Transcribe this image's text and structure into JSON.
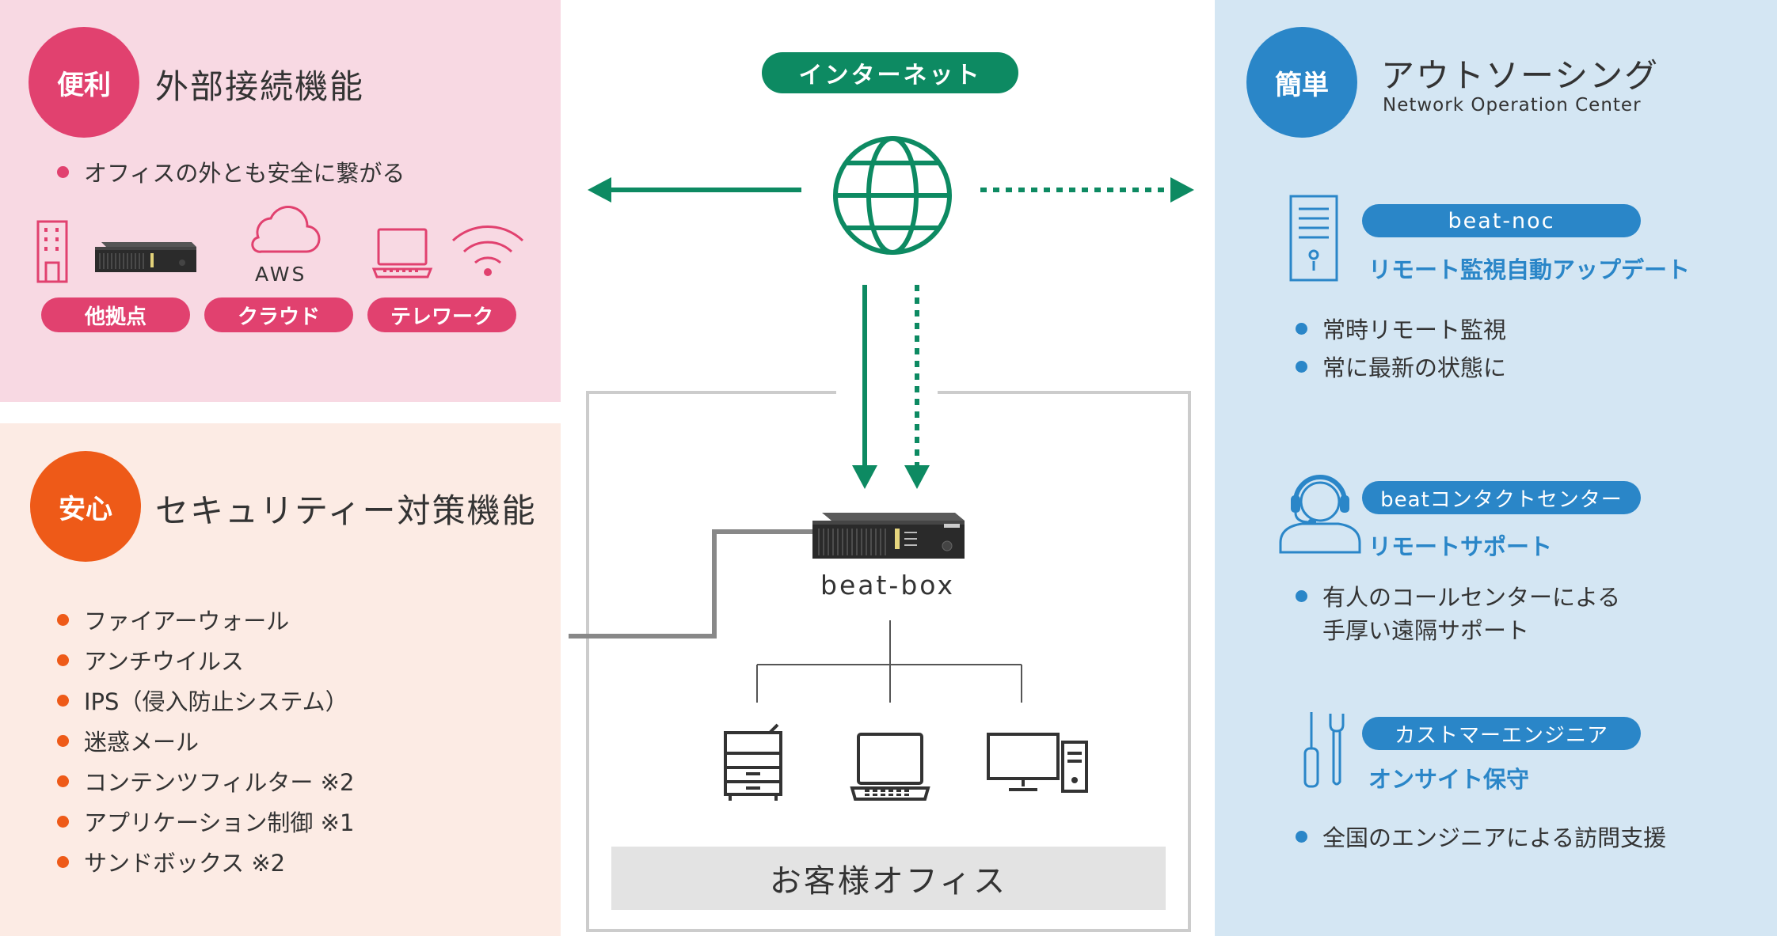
{
  "colors": {
    "pink": "#e1416f",
    "pink_bg": "#f8d9e3",
    "orange": "#ee5a18",
    "orange_bg": "#fcebe4",
    "blue": "#2a86c8",
    "blue_bg": "#d4e6f3",
    "green": "#0d8a62"
  },
  "internet": {
    "label": "インターネット"
  },
  "convenience": {
    "badge": "便利",
    "title": "外部接続機能",
    "bullet": "オフィスの外とも安全に繋がる",
    "aws": "AWS",
    "pills": [
      "他拠点",
      "クラウド",
      "テレワーク"
    ]
  },
  "security": {
    "badge": "安心",
    "title": "セキュリティー対策機能",
    "items": [
      "ファイアーウォール",
      "アンチウイルス",
      "IPS（侵入防止システム）",
      "迷惑メール",
      "コンテンツフィルター ※2",
      "アプリケーション制御 ※1",
      "サンドボックス ※2"
    ]
  },
  "center": {
    "device": "beat-box",
    "office": "お客様オフィス"
  },
  "outsourcing": {
    "badge": "簡単",
    "title": "アウトソーシング",
    "subtitle": "Network Operation Center",
    "noc": {
      "pill": "beat-noc",
      "caption": "リモート監視自動アップデート",
      "items": [
        "常時リモート監視",
        "常に最新の状態に"
      ]
    },
    "contact": {
      "pill": "beatコンタクトセンター",
      "caption": "リモートサポート",
      "items": [
        "有人のコールセンターによる",
        "手厚い遠隔サポート"
      ]
    },
    "engineer": {
      "pill": "カストマーエンジニア",
      "caption": "オンサイト保守",
      "items": [
        "全国のエンジニアによる訪問支援"
      ]
    }
  }
}
